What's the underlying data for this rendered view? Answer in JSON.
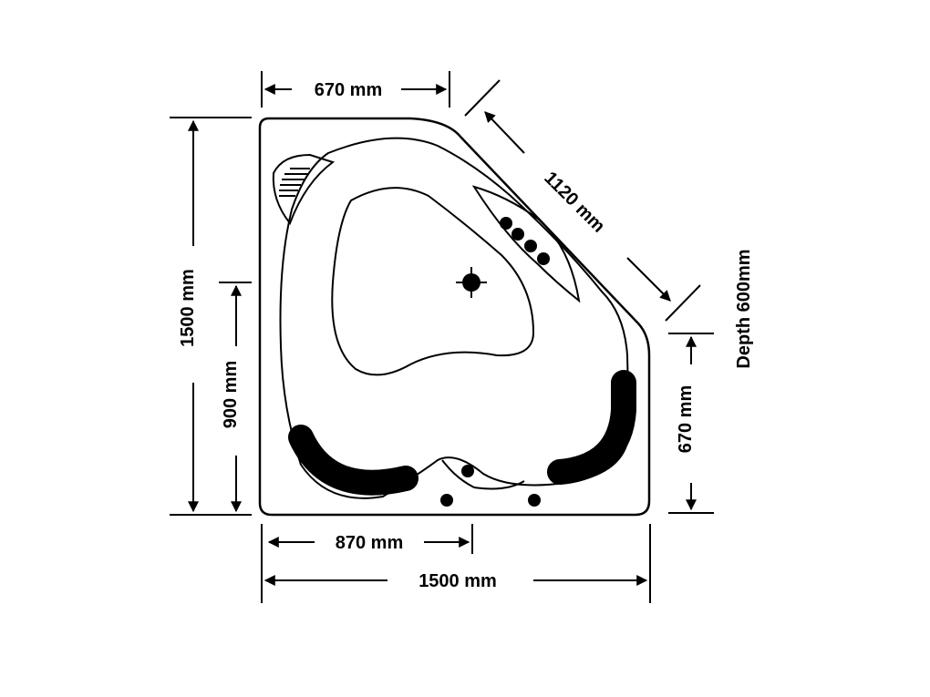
{
  "diagram": {
    "dimensions": {
      "top_width": "670 mm",
      "diagonal": "1120 mm",
      "depth": "Depth 600mm",
      "left_height": "1500 mm",
      "left_inner_height": "900 mm",
      "right_height": "670 mm",
      "bottom_inner_width": "870 mm",
      "bottom_width": "1500 mm"
    },
    "colors": {
      "line": "#000000",
      "background": "#ffffff"
    }
  }
}
